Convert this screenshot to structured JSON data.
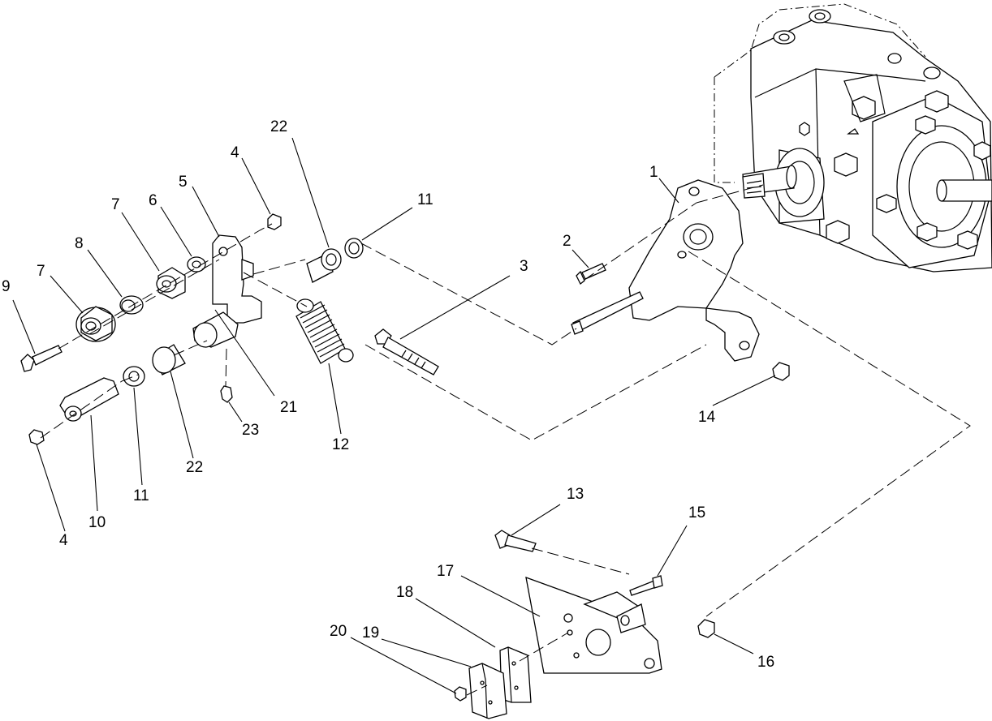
{
  "callouts": [
    {
      "id": "c1",
      "label": "1"
    },
    {
      "id": "c2",
      "label": "2"
    },
    {
      "id": "c3",
      "label": "3"
    },
    {
      "id": "c4a",
      "label": "4"
    },
    {
      "id": "c4b",
      "label": "4"
    },
    {
      "id": "c5",
      "label": "5"
    },
    {
      "id": "c6",
      "label": "6"
    },
    {
      "id": "c7a",
      "label": "7"
    },
    {
      "id": "c7b",
      "label": "7"
    },
    {
      "id": "c8",
      "label": "8"
    },
    {
      "id": "c9",
      "label": "9"
    },
    {
      "id": "c10",
      "label": "10"
    },
    {
      "id": "c11a",
      "label": "11"
    },
    {
      "id": "c11b",
      "label": "11"
    },
    {
      "id": "c12",
      "label": "12"
    },
    {
      "id": "c13",
      "label": "13"
    },
    {
      "id": "c14",
      "label": "14"
    },
    {
      "id": "c15",
      "label": "15"
    },
    {
      "id": "c16",
      "label": "16"
    },
    {
      "id": "c17",
      "label": "17"
    },
    {
      "id": "c18",
      "label": "18"
    },
    {
      "id": "c19",
      "label": "19"
    },
    {
      "id": "c20",
      "label": "20"
    },
    {
      "id": "c21",
      "label": "21"
    },
    {
      "id": "c22a",
      "label": "22"
    },
    {
      "id": "c22b",
      "label": "22"
    },
    {
      "id": "c23",
      "label": "23"
    }
  ]
}
